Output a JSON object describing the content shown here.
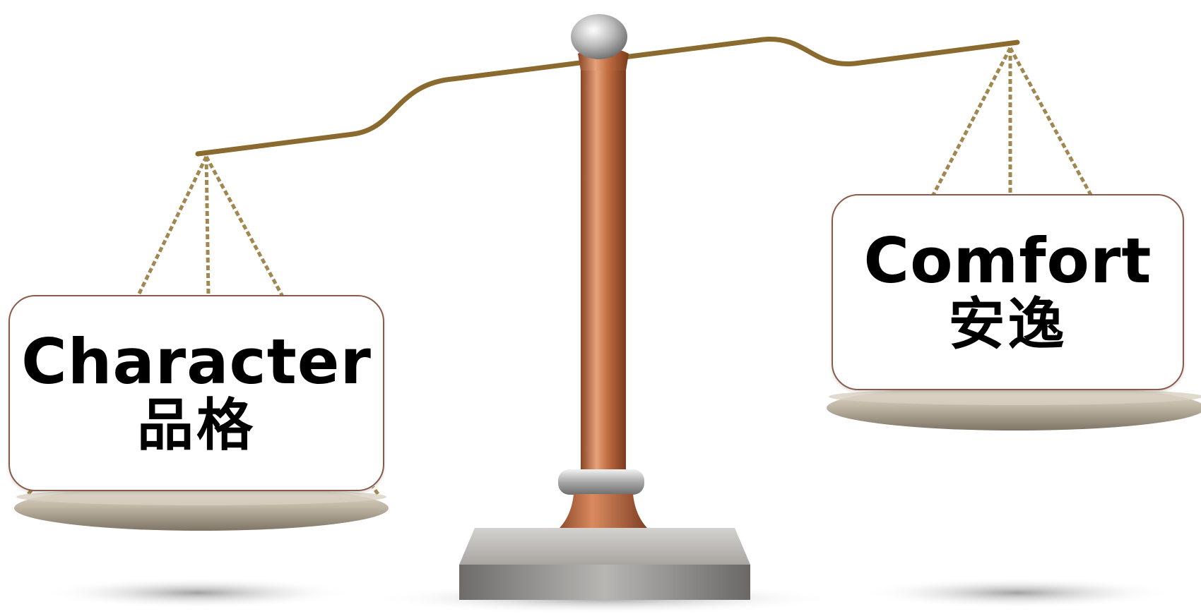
{
  "scale": {
    "left_pan": {
      "label_en": "Character",
      "label_zh": "品格",
      "position": "lower"
    },
    "right_pan": {
      "label_en": "Comfort",
      "label_zh": "安逸",
      "position": "higher"
    }
  },
  "colors": {
    "beam": "#8a6a2e",
    "pillar": "#b8653a",
    "pan": "#b5aa98",
    "chain": "#a08850",
    "base": "#9a9a9a",
    "label_border": "#8a5a4a"
  }
}
